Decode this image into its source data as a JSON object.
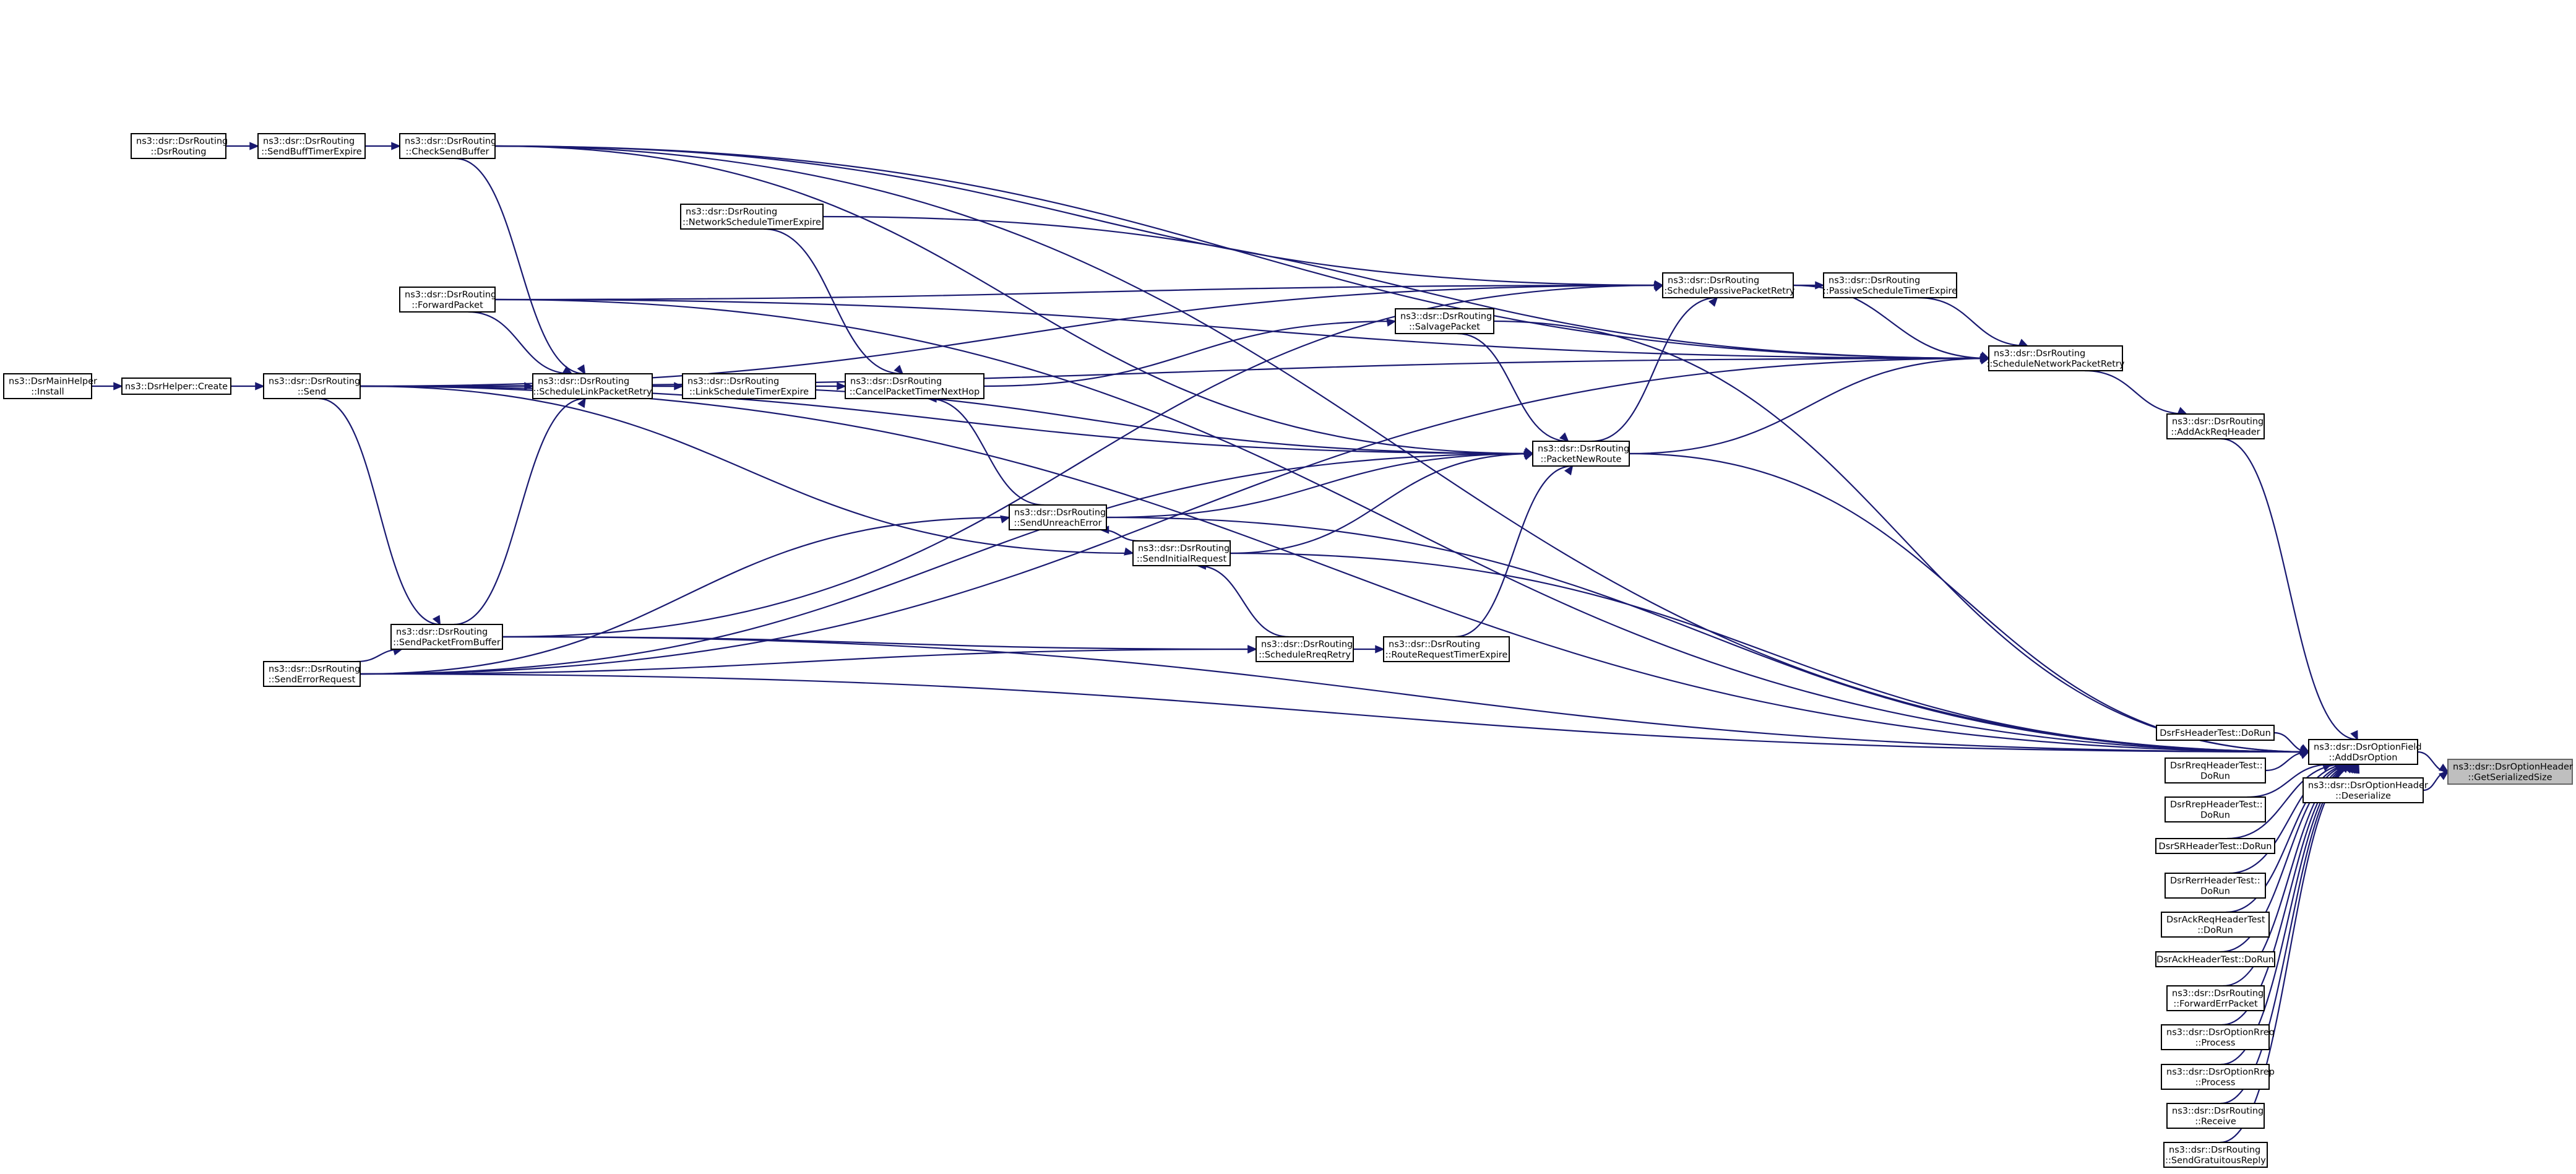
{
  "graph": {
    "nodes": [
      {
        "id": "mainInstall",
        "lines": [
          "ns3::DsrMainHelper",
          "::Install"
        ]
      },
      {
        "id": "helperCreate",
        "lines": [
          "ns3::DsrHelper::Create"
        ]
      },
      {
        "id": "routingCtor",
        "lines": [
          "ns3::dsr::DsrRouting",
          "::DsrRouting"
        ]
      },
      {
        "id": "send",
        "lines": [
          "ns3::dsr::DsrRouting",
          "::Send"
        ]
      },
      {
        "id": "sendBuffTimer",
        "lines": [
          "ns3::dsr::DsrRouting",
          "::SendBuffTimerExpire"
        ]
      },
      {
        "id": "checkSendBuffer",
        "lines": [
          "ns3::dsr::DsrRouting",
          "::CheckSendBuffer"
        ]
      },
      {
        "id": "forwardPacket",
        "lines": [
          "ns3::dsr::DsrRouting",
          "::ForwardPacket"
        ]
      },
      {
        "id": "sendPacketFromBuffer",
        "lines": [
          "ns3::dsr::DsrRouting",
          "::SendPacketFromBuffer"
        ]
      },
      {
        "id": "sendErrorRequest",
        "lines": [
          "ns3::dsr::DsrRouting",
          "::SendErrorRequest"
        ]
      },
      {
        "id": "scheduleLinkRetry",
        "lines": [
          "ns3::dsr::DsrRouting",
          "::ScheduleLinkPacketRetry"
        ]
      },
      {
        "id": "linkScheduleTimer",
        "lines": [
          "ns3::dsr::DsrRouting",
          "::LinkScheduleTimerExpire"
        ]
      },
      {
        "id": "networkScheduleTimer",
        "lines": [
          "ns3::dsr::DsrRouting",
          "::NetworkScheduleTimerExpire"
        ]
      },
      {
        "id": "cancelPacketTimer",
        "lines": [
          "ns3::dsr::DsrRouting",
          "::CancelPacketTimerNextHop"
        ]
      },
      {
        "id": "sendUnreachError",
        "lines": [
          "ns3::dsr::DsrRouting",
          "::SendUnreachError"
        ]
      },
      {
        "id": "sendInitialRequest",
        "lines": [
          "ns3::dsr::DsrRouting",
          "::SendInitialRequest"
        ]
      },
      {
        "id": "scheduleRreqRetry",
        "lines": [
          "ns3::dsr::DsrRouting",
          "::ScheduleRreqRetry"
        ]
      },
      {
        "id": "routeRequestTimer",
        "lines": [
          "ns3::dsr::DsrRouting",
          "::RouteRequestTimerExpire"
        ]
      },
      {
        "id": "salvagePacket",
        "lines": [
          "ns3::dsr::DsrRouting",
          "::SalvagePacket"
        ]
      },
      {
        "id": "packetNewRoute",
        "lines": [
          "ns3::dsr::DsrRouting",
          "::PacketNewRoute"
        ]
      },
      {
        "id": "schedulePassiveRetry",
        "lines": [
          "ns3::dsr::DsrRouting",
          "::SchedulePassivePacketRetry"
        ]
      },
      {
        "id": "passiveScheduleTimer",
        "lines": [
          "ns3::dsr::DsrRouting",
          "::PassiveScheduleTimerExpire"
        ]
      },
      {
        "id": "scheduleNetworkRetry",
        "lines": [
          "ns3::dsr::DsrRouting",
          "::ScheduleNetworkPacketRetry"
        ]
      },
      {
        "id": "addAckReqHeader",
        "lines": [
          "ns3::dsr::DsrRouting",
          "::AddAckReqHeader"
        ]
      },
      {
        "id": "fsHeaderTest",
        "lines": [
          "DsrFsHeaderTest::DoRun"
        ]
      },
      {
        "id": "rreqHeaderTest",
        "lines": [
          "DsrRreqHeaderTest::",
          "DoRun"
        ]
      },
      {
        "id": "rrepHeaderTest",
        "lines": [
          "DsrRrepHeaderTest::",
          "DoRun"
        ]
      },
      {
        "id": "srHeaderTest",
        "lines": [
          "DsrSRHeaderTest::DoRun"
        ]
      },
      {
        "id": "rerrHeaderTest",
        "lines": [
          "DsrRerrHeaderTest::",
          "DoRun"
        ]
      },
      {
        "id": "ackReqHeaderTest",
        "lines": [
          "DsrAckReqHeaderTest",
          "::DoRun"
        ]
      },
      {
        "id": "ackHeaderTest",
        "lines": [
          "DsrAckHeaderTest::DoRun"
        ]
      },
      {
        "id": "forwardErrPacket",
        "lines": [
          "ns3::dsr::DsrRouting",
          "::ForwardErrPacket"
        ]
      },
      {
        "id": "optionRreqProcess",
        "lines": [
          "ns3::dsr::DsrOptionRreq",
          "::Process"
        ]
      },
      {
        "id": "optionRrepProcess",
        "lines": [
          "ns3::dsr::DsrOptionRrep",
          "::Process"
        ]
      },
      {
        "id": "receive",
        "lines": [
          "ns3::dsr::DsrRouting",
          "::Receive"
        ]
      },
      {
        "id": "sendGratuitousReply",
        "lines": [
          "ns3::dsr::DsrRouting",
          "::SendGratuitousReply"
        ]
      },
      {
        "id": "addDsrOption",
        "lines": [
          "ns3::dsr::DsrOptionField",
          "::AddDsrOption"
        ]
      },
      {
        "id": "deserialize",
        "lines": [
          "ns3::dsr::DsrOptionHeader",
          "::Deserialize"
        ]
      },
      {
        "id": "getSerializedSize",
        "lines": [
          "ns3::dsr::DsrOptionHeader",
          "::GetSerializedSize"
        ],
        "focus": true
      }
    ],
    "edges": [
      [
        "getSerializedSize",
        "addDsrOption"
      ],
      [
        "getSerializedSize",
        "deserialize"
      ],
      [
        "addDsrOption",
        "fsHeaderTest"
      ],
      [
        "addDsrOption",
        "rreqHeaderTest"
      ],
      [
        "addDsrOption",
        "rrepHeaderTest"
      ],
      [
        "addDsrOption",
        "srHeaderTest"
      ],
      [
        "addDsrOption",
        "rerrHeaderTest"
      ],
      [
        "addDsrOption",
        "ackReqHeaderTest"
      ],
      [
        "addDsrOption",
        "ackHeaderTest"
      ],
      [
        "addDsrOption",
        "forwardErrPacket"
      ],
      [
        "addDsrOption",
        "optionRreqProcess"
      ],
      [
        "addDsrOption",
        "optionRrepProcess"
      ],
      [
        "addDsrOption",
        "receive"
      ],
      [
        "addDsrOption",
        "sendGratuitousReply"
      ],
      [
        "addDsrOption",
        "addAckReqHeader"
      ],
      [
        "addDsrOption",
        "send"
      ],
      [
        "addDsrOption",
        "checkSendBuffer"
      ],
      [
        "addDsrOption",
        "forwardPacket"
      ],
      [
        "addDsrOption",
        "salvagePacket"
      ],
      [
        "addDsrOption",
        "packetNewRoute"
      ],
      [
        "addDsrOption",
        "sendUnreachError"
      ],
      [
        "addDsrOption",
        "sendInitialRequest"
      ],
      [
        "addDsrOption",
        "sendPacketFromBuffer"
      ],
      [
        "addDsrOption",
        "sendErrorRequest"
      ],
      [
        "addAckReqHeader",
        "scheduleNetworkRetry"
      ],
      [
        "scheduleNetworkRetry",
        "passiveScheduleTimer"
      ],
      [
        "scheduleNetworkRetry",
        "schedulePassiveRetry"
      ],
      [
        "scheduleNetworkRetry",
        "networkScheduleTimer"
      ],
      [
        "scheduleNetworkRetry",
        "checkSendBuffer"
      ],
      [
        "scheduleNetworkRetry",
        "forwardPacket"
      ],
      [
        "scheduleNetworkRetry",
        "send"
      ],
      [
        "scheduleNetworkRetry",
        "packetNewRoute"
      ],
      [
        "scheduleNetworkRetry",
        "sendErrorRequest"
      ],
      [
        "passiveScheduleTimer",
        "schedulePassiveRetry"
      ],
      [
        "schedulePassiveRetry",
        "checkSendBuffer"
      ],
      [
        "schedulePassiveRetry",
        "forwardPacket"
      ],
      [
        "schedulePassiveRetry",
        "send"
      ],
      [
        "schedulePassiveRetry",
        "packetNewRoute"
      ],
      [
        "schedulePassiveRetry",
        "sendPacketFromBuffer"
      ],
      [
        "packetNewRoute",
        "salvagePacket"
      ],
      [
        "packetNewRoute",
        "routeRequestTimer"
      ],
      [
        "packetNewRoute",
        "checkSendBuffer"
      ],
      [
        "packetNewRoute",
        "scheduleLinkRetry"
      ],
      [
        "packetNewRoute",
        "send"
      ],
      [
        "packetNewRoute",
        "sendUnreachError"
      ],
      [
        "packetNewRoute",
        "sendInitialRequest"
      ],
      [
        "packetNewRoute",
        "sendErrorRequest"
      ],
      [
        "salvagePacket",
        "cancelPacketTimer"
      ],
      [
        "cancelPacketTimer",
        "networkScheduleTimer"
      ],
      [
        "cancelPacketTimer",
        "linkScheduleTimer"
      ],
      [
        "cancelPacketTimer",
        "sendUnreachError"
      ],
      [
        "linkScheduleTimer",
        "scheduleLinkRetry"
      ],
      [
        "scheduleLinkRetry",
        "send"
      ],
      [
        "scheduleLinkRetry",
        "forwardPacket"
      ],
      [
        "scheduleLinkRetry",
        "checkSendBuffer"
      ],
      [
        "scheduleLinkRetry",
        "sendPacketFromBuffer"
      ],
      [
        "sendUnreachError",
        "sendInitialRequest"
      ],
      [
        "sendUnreachError",
        "sendErrorRequest"
      ],
      [
        "sendInitialRequest",
        "send"
      ],
      [
        "sendInitialRequest",
        "scheduleRreqRetry"
      ],
      [
        "routeRequestTimer",
        "scheduleRreqRetry"
      ],
      [
        "scheduleRreqRetry",
        "sendPacketFromBuffer"
      ],
      [
        "scheduleRreqRetry",
        "sendErrorRequest"
      ],
      [
        "sendPacketFromBuffer",
        "send"
      ],
      [
        "sendPacketFromBuffer",
        "sendErrorRequest"
      ],
      [
        "checkSendBuffer",
        "sendBuffTimer"
      ],
      [
        "sendBuffTimer",
        "routingCtor"
      ],
      [
        "send",
        "helperCreate"
      ],
      [
        "helperCreate",
        "mainInstall"
      ]
    ]
  }
}
